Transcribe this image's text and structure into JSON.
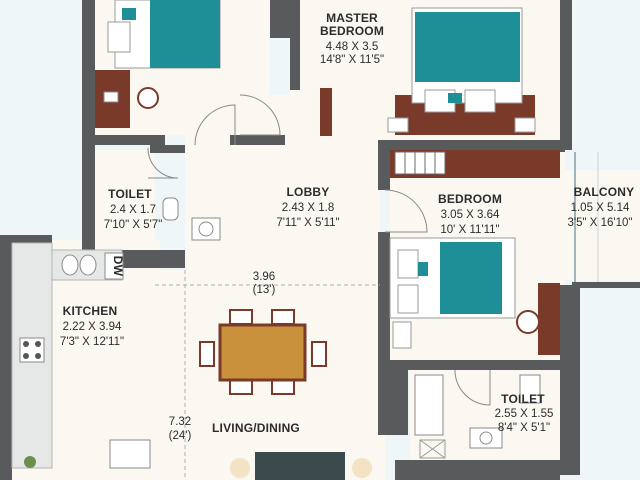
{
  "rooms": {
    "master_bedroom": {
      "name_line1": "MASTER",
      "name_line2": "BEDROOM",
      "metric": "4.48 X 3.5",
      "imperial": "14'8\" X 11'5\""
    },
    "toilet_1": {
      "name": "TOILET",
      "metric": "2.4 X 1.7",
      "imperial": "7'10\" X 5'7\""
    },
    "lobby": {
      "name": "LOBBY",
      "metric": "2.43 X 1.8",
      "imperial": "7'11\" X 5'11\""
    },
    "bedroom": {
      "name": "BEDROOM",
      "metric": "3.05 X 3.64",
      "imperial": "10' X 11'11\""
    },
    "balcony": {
      "name": "BALCONY",
      "metric": "1.05 X 5.14",
      "imperial": "3'5\" X 16'10\""
    },
    "kitchen": {
      "name": "KITCHEN",
      "metric": "2.22 X 3.94",
      "imperial": "7'3\" X 12'11\"",
      "dw_label": "DW"
    },
    "toilet_2": {
      "name": "TOILET",
      "metric": "2.55 X 1.55",
      "imperial": "8'4\" X 5'1\""
    },
    "living_dining": {
      "name": "LIVING/DINING"
    }
  },
  "dimensions": {
    "living_width_metric": "3.96",
    "living_width_imperial": "(13')",
    "living_depth_metric": "7.32",
    "living_depth_imperial": "(24')"
  },
  "colors": {
    "wall": "#595a5c",
    "floor": "#fbf8f2",
    "wood": "#7a3a2a",
    "teal": "#1e8f96",
    "background": "#eef6f8"
  }
}
